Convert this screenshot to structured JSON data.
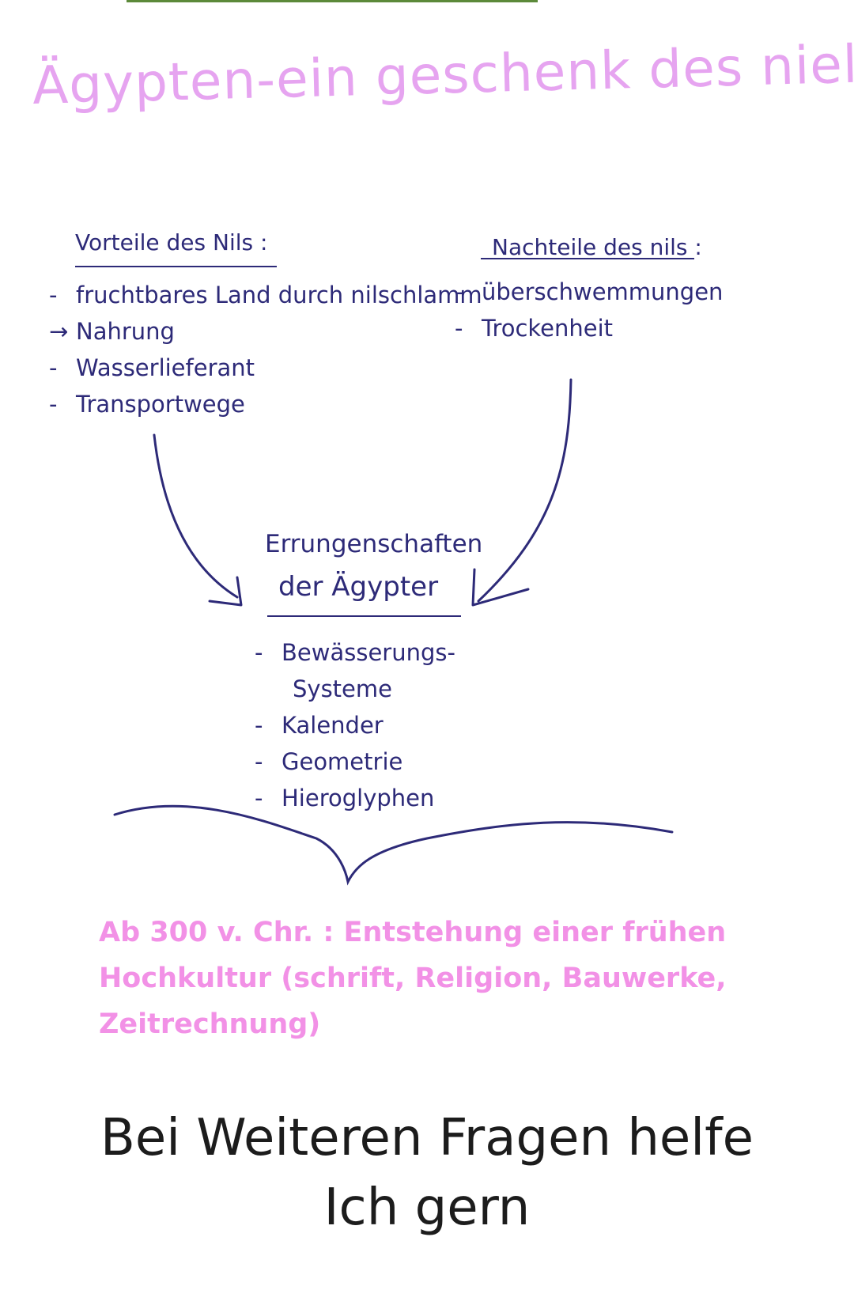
{
  "title": "Ägypten-ein geschenk des niels ?",
  "left": {
    "heading": "Vorteile des Nils :",
    "items": [
      {
        "marker": "-",
        "text": "fruchtbares Land durch nilschlamm"
      },
      {
        "marker": "→",
        "text": "Nahrung"
      },
      {
        "marker": "-",
        "text": "Wasserlieferant"
      },
      {
        "marker": "-",
        "text": "Transportwege"
      }
    ]
  },
  "right": {
    "heading": "Nachteile des nils :",
    "items": [
      {
        "marker": "-",
        "text": "überschwemmungen"
      },
      {
        "marker": "-",
        "text": "Trockenheit"
      }
    ]
  },
  "center": {
    "heading_line1": "Errungenschaften",
    "heading_line2": "der Ägypter",
    "items": [
      {
        "marker": "-",
        "text": "Bewässerungs-"
      },
      {
        "marker": "",
        "text": "Systeme"
      },
      {
        "marker": "-",
        "text": "Kalender"
      },
      {
        "marker": "-",
        "text": "Geometrie"
      },
      {
        "marker": "-",
        "text": "Hieroglyphen"
      }
    ]
  },
  "conclusion": {
    "line1": "Ab 300 v. Chr. : Entstehung einer frühen",
    "line2": "Hochkultur (schrift, Religion, Bauwerke,",
    "line3": "Zeitrechnung)"
  },
  "closing": {
    "line1": "Bei Weiteren Fragen helfe",
    "line2": "Ich gern"
  },
  "colors": {
    "title": "#e6a4f0",
    "ink": "#2d2a78",
    "highlight": "#f291e6",
    "closing": "#1c1c1c"
  }
}
